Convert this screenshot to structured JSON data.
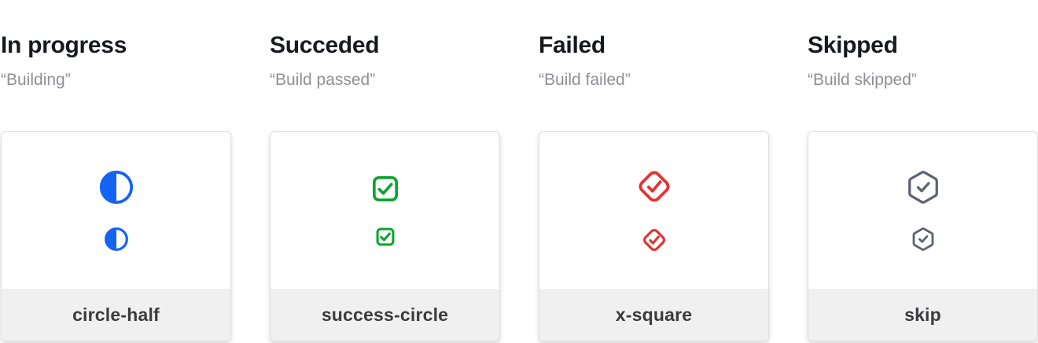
{
  "columns": [
    {
      "title": "In progress",
      "subtitle": "“Building”",
      "label": "circle-half",
      "icon": "circle-half-icon",
      "color": "#1464f4"
    },
    {
      "title": "Succeded",
      "subtitle": "“Build passed”",
      "label": "success-circle",
      "icon": "checkbox-check-icon",
      "color": "#0ba32e"
    },
    {
      "title": "Failed",
      "subtitle": "“Build failed”",
      "label": "x-square",
      "icon": "diamond-check-icon",
      "color": "#e5322e"
    },
    {
      "title": "Skipped",
      "subtitle": "“Build skipped”",
      "label": "skip",
      "icon": "hexagon-check-icon",
      "color": "#5c6370"
    }
  ],
  "card": {
    "footer_background": "#f0f0f1",
    "border_color": "#dcdddf"
  }
}
